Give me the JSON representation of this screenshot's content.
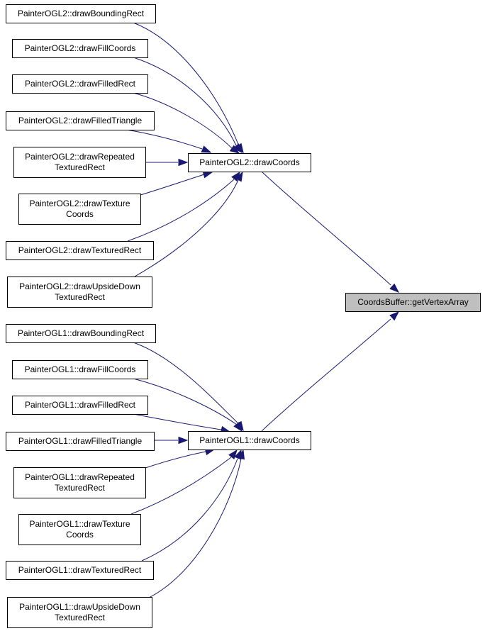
{
  "diagram": {
    "colors": {
      "edge": "#191970",
      "root_fill": "#bfbfbf",
      "node_fill": "#ffffff",
      "border": "#000000"
    },
    "nodes": {
      "get_vertex_array": {
        "lines": [
          "CoordsBuffer::getVertexArray"
        ]
      },
      "ogl2_draw_coords": {
        "lines": [
          "PainterOGL2::drawCoords"
        ]
      },
      "ogl1_draw_coords": {
        "lines": [
          "PainterOGL1::drawCoords"
        ]
      },
      "ogl2_bounding": {
        "lines": [
          "PainterOGL2::drawBoundingRect"
        ]
      },
      "ogl2_fill_coords": {
        "lines": [
          "PainterOGL2::drawFillCoords"
        ]
      },
      "ogl2_filled_rect": {
        "lines": [
          "PainterOGL2::drawFilledRect"
        ]
      },
      "ogl2_filled_triangle": {
        "lines": [
          "PainterOGL2::drawFilledTriangle"
        ]
      },
      "ogl2_repeated": {
        "lines": [
          "PainterOGL2::drawRepeated",
          "TexturedRect"
        ]
      },
      "ogl2_texture_coords": {
        "lines": [
          "PainterOGL2::drawTexture",
          "Coords"
        ]
      },
      "ogl2_textured_rect": {
        "lines": [
          "PainterOGL2::drawTexturedRect"
        ]
      },
      "ogl2_upside_down": {
        "lines": [
          "PainterOGL2::drawUpsideDown",
          "TexturedRect"
        ]
      },
      "ogl1_bounding": {
        "lines": [
          "PainterOGL1::drawBoundingRect"
        ]
      },
      "ogl1_fill_coords": {
        "lines": [
          "PainterOGL1::drawFillCoords"
        ]
      },
      "ogl1_filled_rect": {
        "lines": [
          "PainterOGL1::drawFilledRect"
        ]
      },
      "ogl1_filled_triangle": {
        "lines": [
          "PainterOGL1::drawFilledTriangle"
        ]
      },
      "ogl1_repeated": {
        "lines": [
          "PainterOGL1::drawRepeated",
          "TexturedRect"
        ]
      },
      "ogl1_texture_coords": {
        "lines": [
          "PainterOGL1::drawTexture",
          "Coords"
        ]
      },
      "ogl1_textured_rect": {
        "lines": [
          "PainterOGL1::drawTexturedRect"
        ]
      },
      "ogl1_upside_down": {
        "lines": [
          "PainterOGL1::drawUpsideDown",
          "TexturedRect"
        ]
      }
    },
    "edges": [
      {
        "from": "ogl2_bounding",
        "to": "ogl2_draw_coords"
      },
      {
        "from": "ogl2_fill_coords",
        "to": "ogl2_draw_coords"
      },
      {
        "from": "ogl2_filled_rect",
        "to": "ogl2_draw_coords"
      },
      {
        "from": "ogl2_filled_triangle",
        "to": "ogl2_draw_coords"
      },
      {
        "from": "ogl2_repeated",
        "to": "ogl2_draw_coords"
      },
      {
        "from": "ogl2_texture_coords",
        "to": "ogl2_draw_coords"
      },
      {
        "from": "ogl2_textured_rect",
        "to": "ogl2_draw_coords"
      },
      {
        "from": "ogl2_upside_down",
        "to": "ogl2_draw_coords"
      },
      {
        "from": "ogl2_draw_coords",
        "to": "get_vertex_array"
      },
      {
        "from": "ogl1_bounding",
        "to": "ogl1_draw_coords"
      },
      {
        "from": "ogl1_fill_coords",
        "to": "ogl1_draw_coords"
      },
      {
        "from": "ogl1_filled_rect",
        "to": "ogl1_draw_coords"
      },
      {
        "from": "ogl1_filled_triangle",
        "to": "ogl1_draw_coords"
      },
      {
        "from": "ogl1_repeated",
        "to": "ogl1_draw_coords"
      },
      {
        "from": "ogl1_texture_coords",
        "to": "ogl1_draw_coords"
      },
      {
        "from": "ogl1_textured_rect",
        "to": "ogl1_draw_coords"
      },
      {
        "from": "ogl1_upside_down",
        "to": "ogl1_draw_coords"
      },
      {
        "from": "ogl1_draw_coords",
        "to": "get_vertex_array"
      }
    ]
  }
}
